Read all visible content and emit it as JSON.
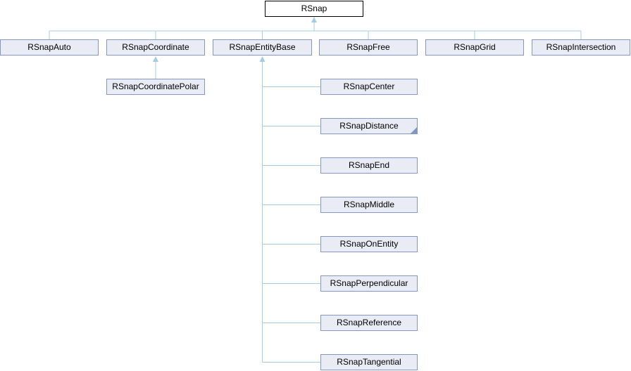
{
  "diagram": {
    "type": "class-inheritance-graph",
    "colors": {
      "background": "#ffffff",
      "edge": "#a6cbe6",
      "node_fill": "#e9ebf5",
      "node_border": "#8496c2",
      "root_fill": "#ffffff",
      "root_border": "#000000",
      "text": "#000000"
    },
    "root": {
      "label": "RSnap"
    },
    "subclasses": [
      {
        "label": "RSnapAuto"
      },
      {
        "label": "RSnapCoordinate",
        "subclasses": [
          {
            "label": "RSnapCoordinatePolar"
          }
        ]
      },
      {
        "label": "RSnapEntityBase",
        "subclasses": [
          {
            "label": "RSnapCenter"
          },
          {
            "label": "RSnapDistance",
            "has_hidden_subclasses": true
          },
          {
            "label": "RSnapEnd"
          },
          {
            "label": "RSnapMiddle"
          },
          {
            "label": "RSnapOnEntity"
          },
          {
            "label": "RSnapPerpendicular"
          },
          {
            "label": "RSnapReference"
          },
          {
            "label": "RSnapTangential"
          }
        ]
      },
      {
        "label": "RSnapFree"
      },
      {
        "label": "RSnapGrid"
      },
      {
        "label": "RSnapIntersection"
      }
    ]
  }
}
